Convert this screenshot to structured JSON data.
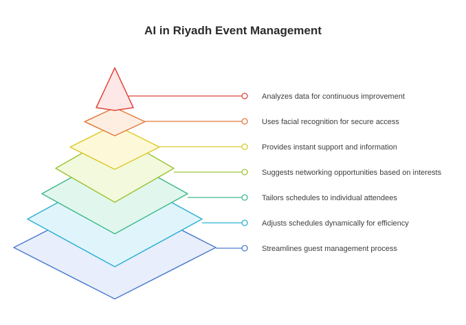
{
  "title": "AI in Riyadh Event Management",
  "layers": [
    {
      "label": "Analyzes data for continuous improvement",
      "stroke": "#e0453a",
      "fill": "#fde8e7"
    },
    {
      "label": "Uses facial recognition for secure access",
      "stroke": "#e0793a",
      "fill": "#fdeee1"
    },
    {
      "label": "Provides instant support and information",
      "stroke": "#dcc928",
      "fill": "#fdf9d8"
    },
    {
      "label": "Suggests networking opportunities based on interests",
      "stroke": "#9cc434",
      "fill": "#f3f9dd"
    },
    {
      "label": "Tailors schedules to individual attendees",
      "stroke": "#3fb88a",
      "fill": "#e1f7ee"
    },
    {
      "label": "Adjusts schedules dynamically for efficiency",
      "stroke": "#2eb0d4",
      "fill": "#e0f5fb"
    },
    {
      "label": "Streamlines guest management process",
      "stroke": "#4a7ccf",
      "fill": "#e8eefb"
    }
  ]
}
